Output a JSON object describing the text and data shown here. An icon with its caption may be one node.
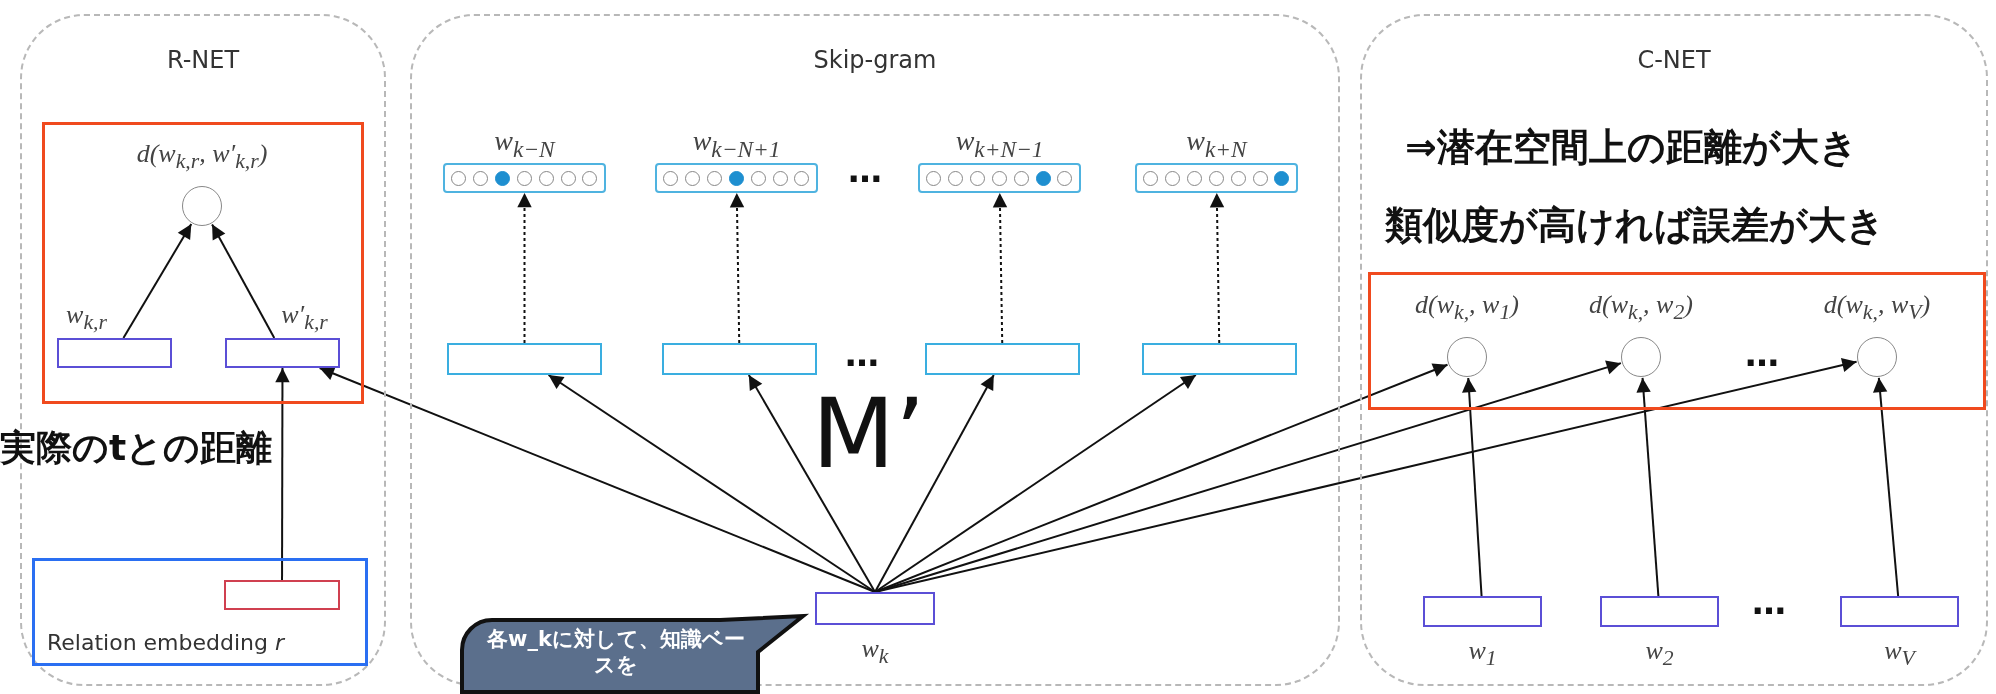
{
  "diagram": {
    "nodes": [
      {
        "text": [
          "R-NET"
        ]
      },
      {
        "text": [],
        "shape": "box",
        "in": 0
      },
      {
        "text": [
          "d(w$_{k,r}$, w′$_{k,r}$)"
        ],
        "in": 1
      },
      {
        "text": [
          "w$_{k,r}$"
        ],
        "in": 1
      },
      {
        "text": [
          "w′$_{k,r}$"
        ],
        "in": 1
      },
      {
        "text": [
          "Relation embedding *r*"
        ],
        "in": 0
      },
      {
        "text": [],
        "shape": "box",
        "in": 5
      },
      {
        "text": [
          "Skip-gram"
        ]
      },
      {
        "text": [
          "w$_{k−N}$"
        ],
        "in": 7
      },
      {
        "text": [
          "w$_{k−N+1}$"
        ],
        "in": 7
      },
      {
        "text": [
          "w$_{k+N−1}$"
        ],
        "in": 7
      },
      {
        "text": [
          "w$_{k+N}$"
        ],
        "in": 7
      },
      {
        "text": [],
        "shape": "box",
        "in": 7
      },
      {
        "text": [],
        "shape": "box",
        "in": 7
      },
      {
        "text": [],
        "shape": "box",
        "in": 7
      },
      {
        "text": [],
        "shape": "box",
        "in": 7
      },
      {
        "text": [
          "w$_{k}$"
        ],
        "in": 7
      },
      {
        "text": [
          "C-NET"
        ]
      },
      {
        "text": [],
        "shape": "box",
        "in": 17
      },
      {
        "text": [
          "d(w$_{k,}$, w$_{1}$)"
        ],
        "in": 18
      },
      {
        "text": [
          "d(w$_{k,}$, w$_{2}$)"
        ],
        "in": 18
      },
      {
        "text": [
          "d(w$_{k,}$, w$_{V}$)"
        ],
        "in": 18
      },
      {
        "text": [
          "w$_{1}$"
        ],
        "in": 17
      },
      {
        "text": [
          "w$_{2}$"
        ],
        "in": 17
      },
      {
        "text": [
          "w$_{V}$"
        ],
        "in": 17
      },
      {
        "text": [
          "各w_kに対して、知識ベースを"
        ]
      }
    ],
    "edges": [
      {
        "from": 3,
        "to": 2,
        "arrow": "to"
      },
      {
        "from": 4,
        "to": 2,
        "arrow": "to"
      },
      {
        "from": 6,
        "to": 4,
        "arrow": "to"
      },
      {
        "from": 16,
        "to": 4,
        "arrow": "to"
      },
      {
        "from": 12,
        "to": 8,
        "arrow": "to",
        "style": "dashed"
      },
      {
        "from": 13,
        "to": 9,
        "arrow": "to",
        "style": "dashed"
      },
      {
        "from": 14,
        "to": 10,
        "arrow": "to",
        "style": "dashed"
      },
      {
        "from": 15,
        "to": 11,
        "arrow": "to",
        "style": "dashed"
      },
      {
        "from": 16,
        "to": 12,
        "arrow": "to"
      },
      {
        "from": 16,
        "to": 13,
        "arrow": "to"
      },
      {
        "from": 16,
        "to": 14,
        "arrow": "to"
      },
      {
        "from": 16,
        "to": 15,
        "arrow": "to"
      },
      {
        "from": 16,
        "to": 19,
        "arrow": "to"
      },
      {
        "from": 16,
        "to": 20,
        "arrow": "to"
      },
      {
        "from": 16,
        "to": 21,
        "arrow": "to"
      },
      {
        "from": 22,
        "to": 19,
        "arrow": "to"
      },
      {
        "from": 23,
        "to": 20,
        "arrow": "to"
      },
      {
        "from": 24,
        "to": 21,
        "arrow": "to"
      }
    ],
    "labels": [
      "⇒潜在空間上の距離が大き",
      "…",
      "類似度が高ければ誤差が大き",
      "…",
      "…",
      "M’",
      "実際のtとの距離",
      "…"
    ]
  }
}
